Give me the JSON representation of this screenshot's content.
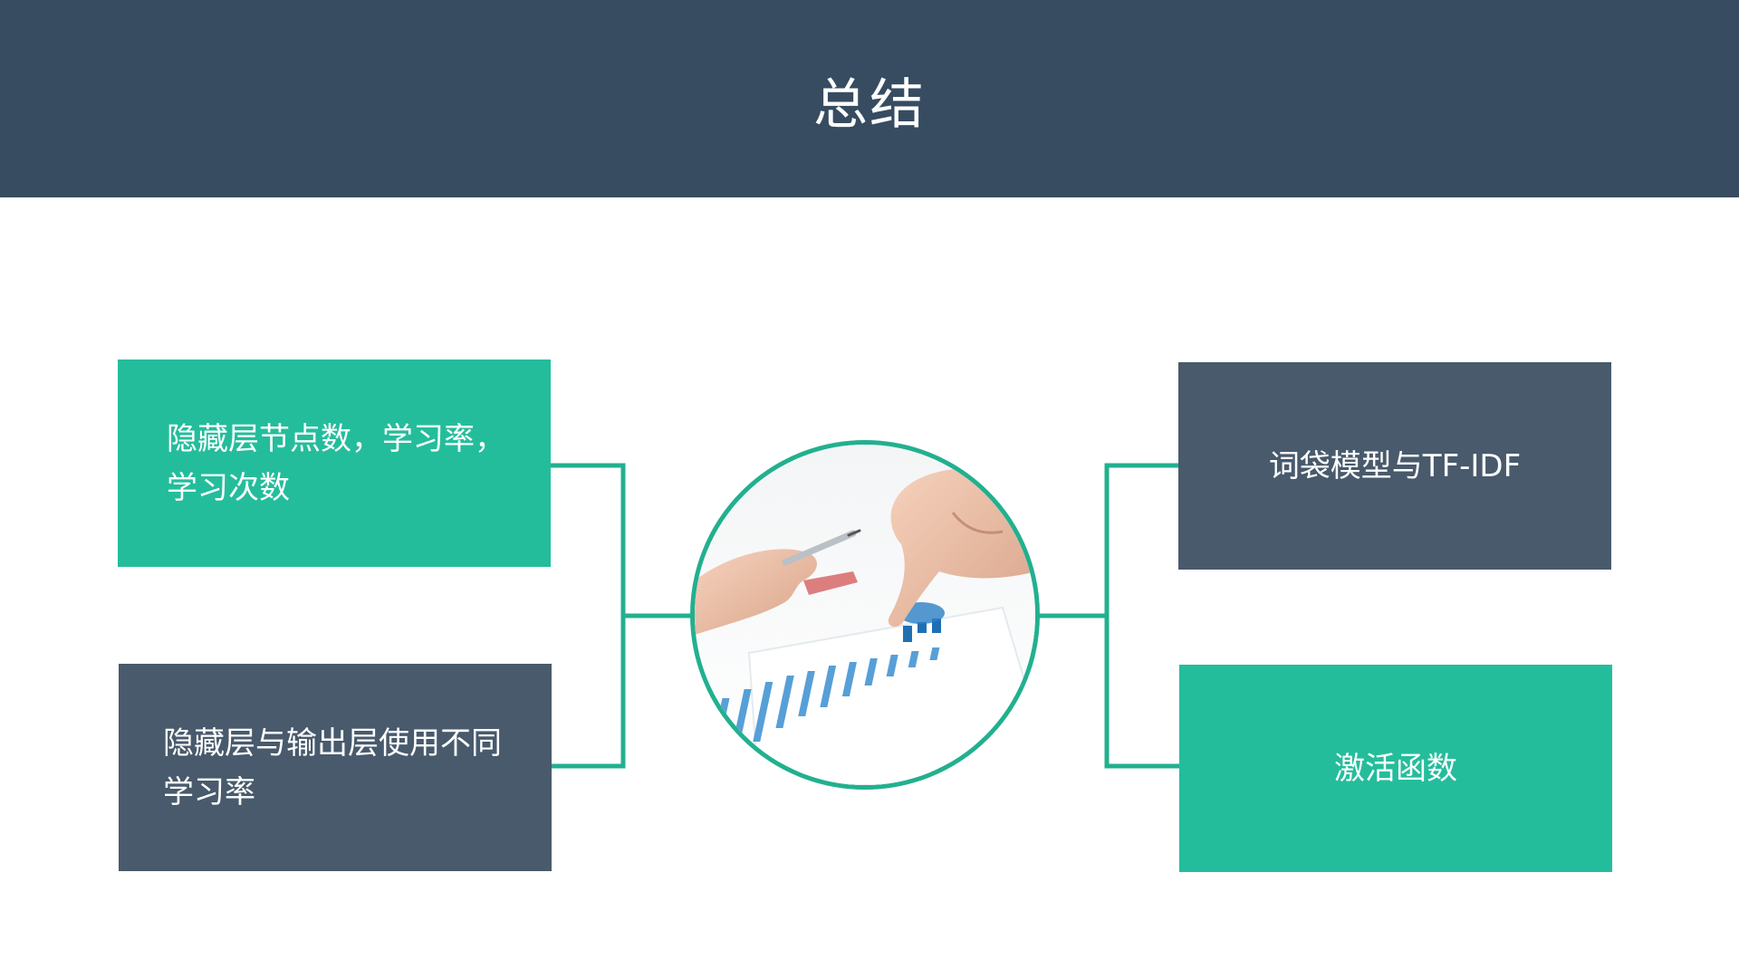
{
  "slide": {
    "title": "总结",
    "boxes": {
      "top_left": "隐藏层节点数，学习率，学习次数",
      "bottom_left": "隐藏层与输出层使用不同学习率",
      "top_right": "词袋模型与TF-IDF",
      "bottom_right": "激活函数"
    }
  },
  "colors": {
    "header": "#374c61",
    "teal": "#24bd9c",
    "slate": "#485a6c",
    "connector": "#22b08f"
  },
  "image": {
    "icon": "analytics-photo-hands-pointing-at-chart"
  }
}
